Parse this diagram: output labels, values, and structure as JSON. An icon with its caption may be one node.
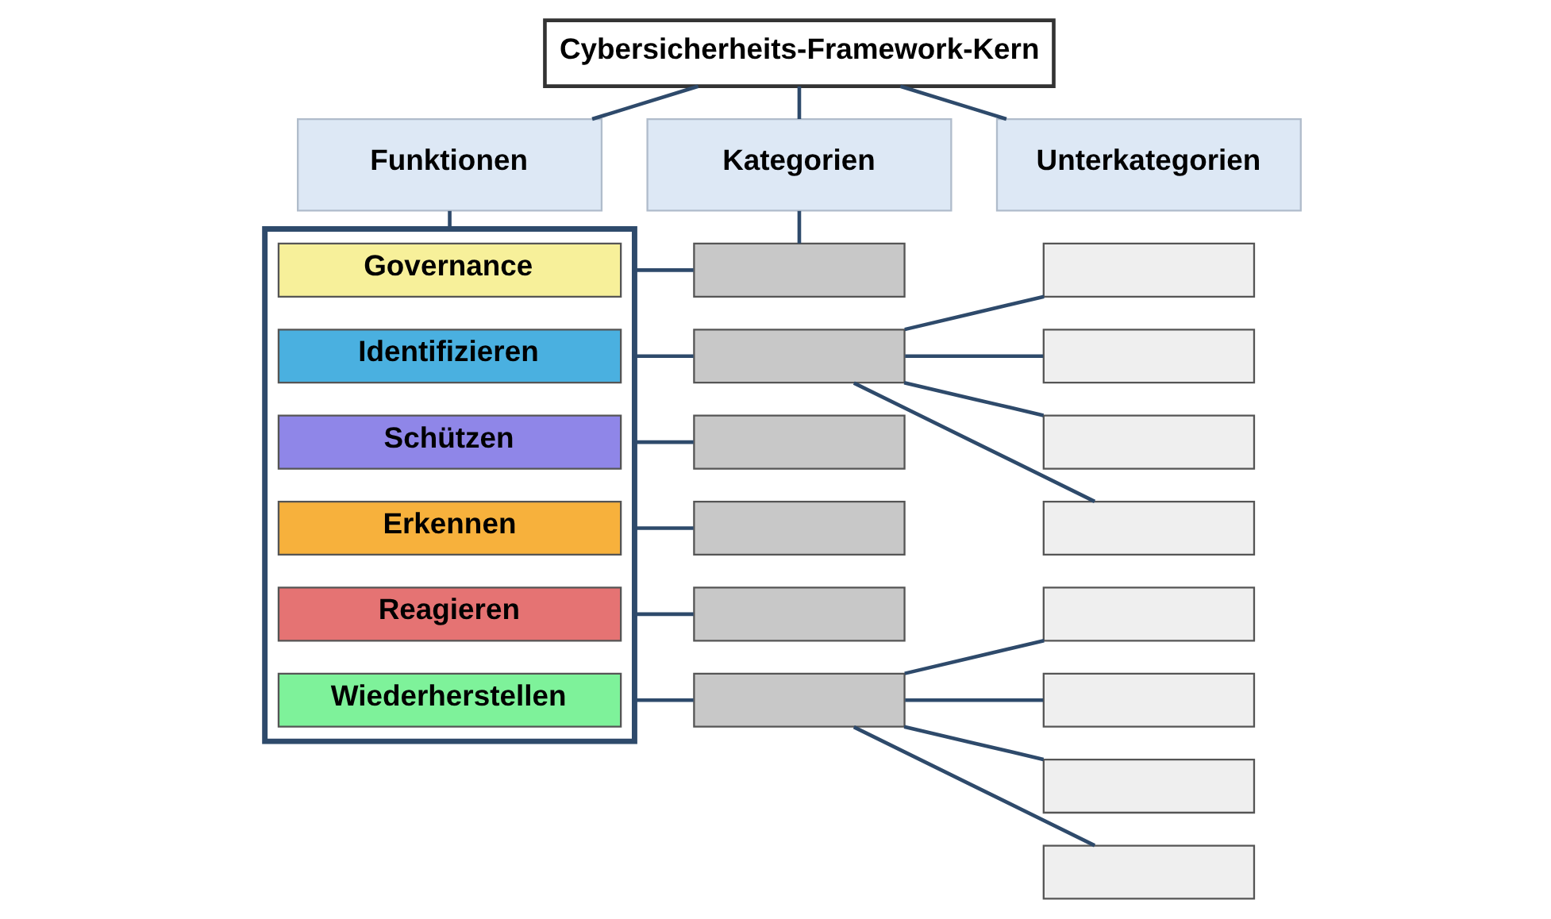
{
  "diagram": {
    "nodes": [
      {
        "text": [
          "Cybersicherheits-Framework-Kern"
        ]
      },
      {
        "text": [
          "Funktionen"
        ]
      },
      {
        "text": [
          "Kategorien"
        ]
      },
      {
        "text": [
          "Unterkategorien"
        ]
      },
      {
        "text": [],
        "shape": "box"
      },
      {
        "text": [
          "Governance"
        ],
        "in": 4
      },
      {
        "text": [
          "Identifizieren"
        ],
        "in": 4
      },
      {
        "text": [
          "Schützen"
        ],
        "in": 4
      },
      {
        "text": [
          "Erkennen"
        ],
        "in": 4
      },
      {
        "text": [
          "Reagieren"
        ],
        "in": 4
      },
      {
        "text": [
          "Wiederherstellen"
        ],
        "in": 4
      },
      {
        "text": [],
        "shape": "box"
      },
      {
        "text": [],
        "shape": "box"
      },
      {
        "text": [],
        "shape": "box"
      },
      {
        "text": [],
        "shape": "box"
      },
      {
        "text": [],
        "shape": "box"
      },
      {
        "text": [],
        "shape": "box"
      },
      {
        "text": [],
        "shape": "box"
      },
      {
        "text": [],
        "shape": "box"
      },
      {
        "text": [],
        "shape": "box"
      },
      {
        "text": [],
        "shape": "box"
      },
      {
        "text": [],
        "shape": "box"
      },
      {
        "text": [],
        "shape": "box"
      },
      {
        "text": [],
        "shape": "box"
      },
      {
        "text": [],
        "shape": "box"
      }
    ],
    "edges": [
      {
        "from": 0,
        "to": 1,
        "arrow": "none"
      },
      {
        "from": 0,
        "to": 2,
        "arrow": "none"
      },
      {
        "from": 0,
        "to": 3,
        "arrow": "none"
      },
      {
        "from": 1,
        "to": 4,
        "arrow": "none"
      },
      {
        "from": 2,
        "to": 11,
        "arrow": "none"
      },
      {
        "from": 4,
        "to": 11,
        "arrow": "none"
      },
      {
        "from": 4,
        "to": 12,
        "arrow": "none"
      },
      {
        "from": 4,
        "to": 13,
        "arrow": "none"
      },
      {
        "from": 4,
        "to": 14,
        "arrow": "none"
      },
      {
        "from": 4,
        "to": 15,
        "arrow": "none"
      },
      {
        "from": 4,
        "to": 16,
        "arrow": "none"
      },
      {
        "from": 12,
        "to": 17,
        "arrow": "none"
      },
      {
        "from": 12,
        "to": 18,
        "arrow": "none"
      },
      {
        "from": 12,
        "to": 19,
        "arrow": "none"
      },
      {
        "from": 12,
        "to": 20,
        "arrow": "none"
      },
      {
        "from": 16,
        "to": 21,
        "arrow": "none"
      },
      {
        "from": 16,
        "to": 22,
        "arrow": "none"
      },
      {
        "from": 16,
        "to": 23,
        "arrow": "none"
      },
      {
        "from": 16,
        "to": 24,
        "arrow": "none"
      }
    ]
  }
}
